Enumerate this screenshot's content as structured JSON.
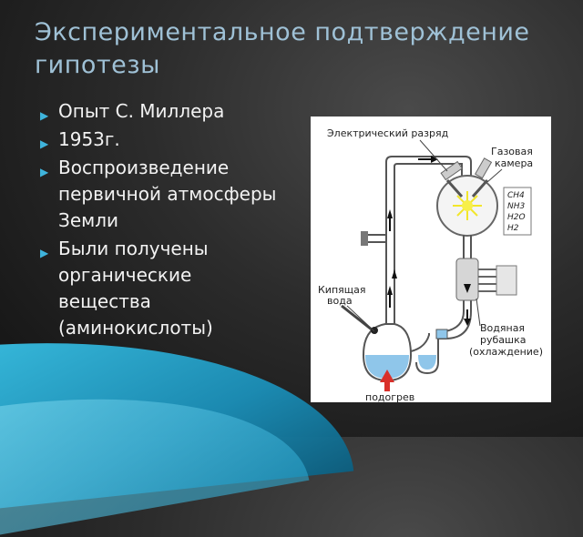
{
  "slide": {
    "title": "Экспериментальное подтверждение гипотезы",
    "bullets": [
      "Опыт С. Миллера",
      "1953г.",
      "Воспроизведение первичной атмосферы Земли",
      "Были получены органические вещества (аминокислоты)"
    ]
  },
  "diagram": {
    "electric_discharge": "Электрический разряд",
    "gas_chamber_line1": "Газовая",
    "gas_chamber_line2": "камера",
    "gases": [
      "CH4",
      "NH3",
      "H2O",
      "H2"
    ],
    "boiling_water_line1": "Кипящая",
    "boiling_water_line2": "вода",
    "water_jacket_line1": "Водяная",
    "water_jacket_line2": "рубашка",
    "water_jacket_line3": "(охлаждение)",
    "heating": "подогрев"
  },
  "colors": {
    "title": "#9fc1d6",
    "bullet_mark": "#3fb4dc",
    "water": "#8fc6ea",
    "spark": "#f2e62a",
    "heat_arrow": "#d9302a"
  }
}
